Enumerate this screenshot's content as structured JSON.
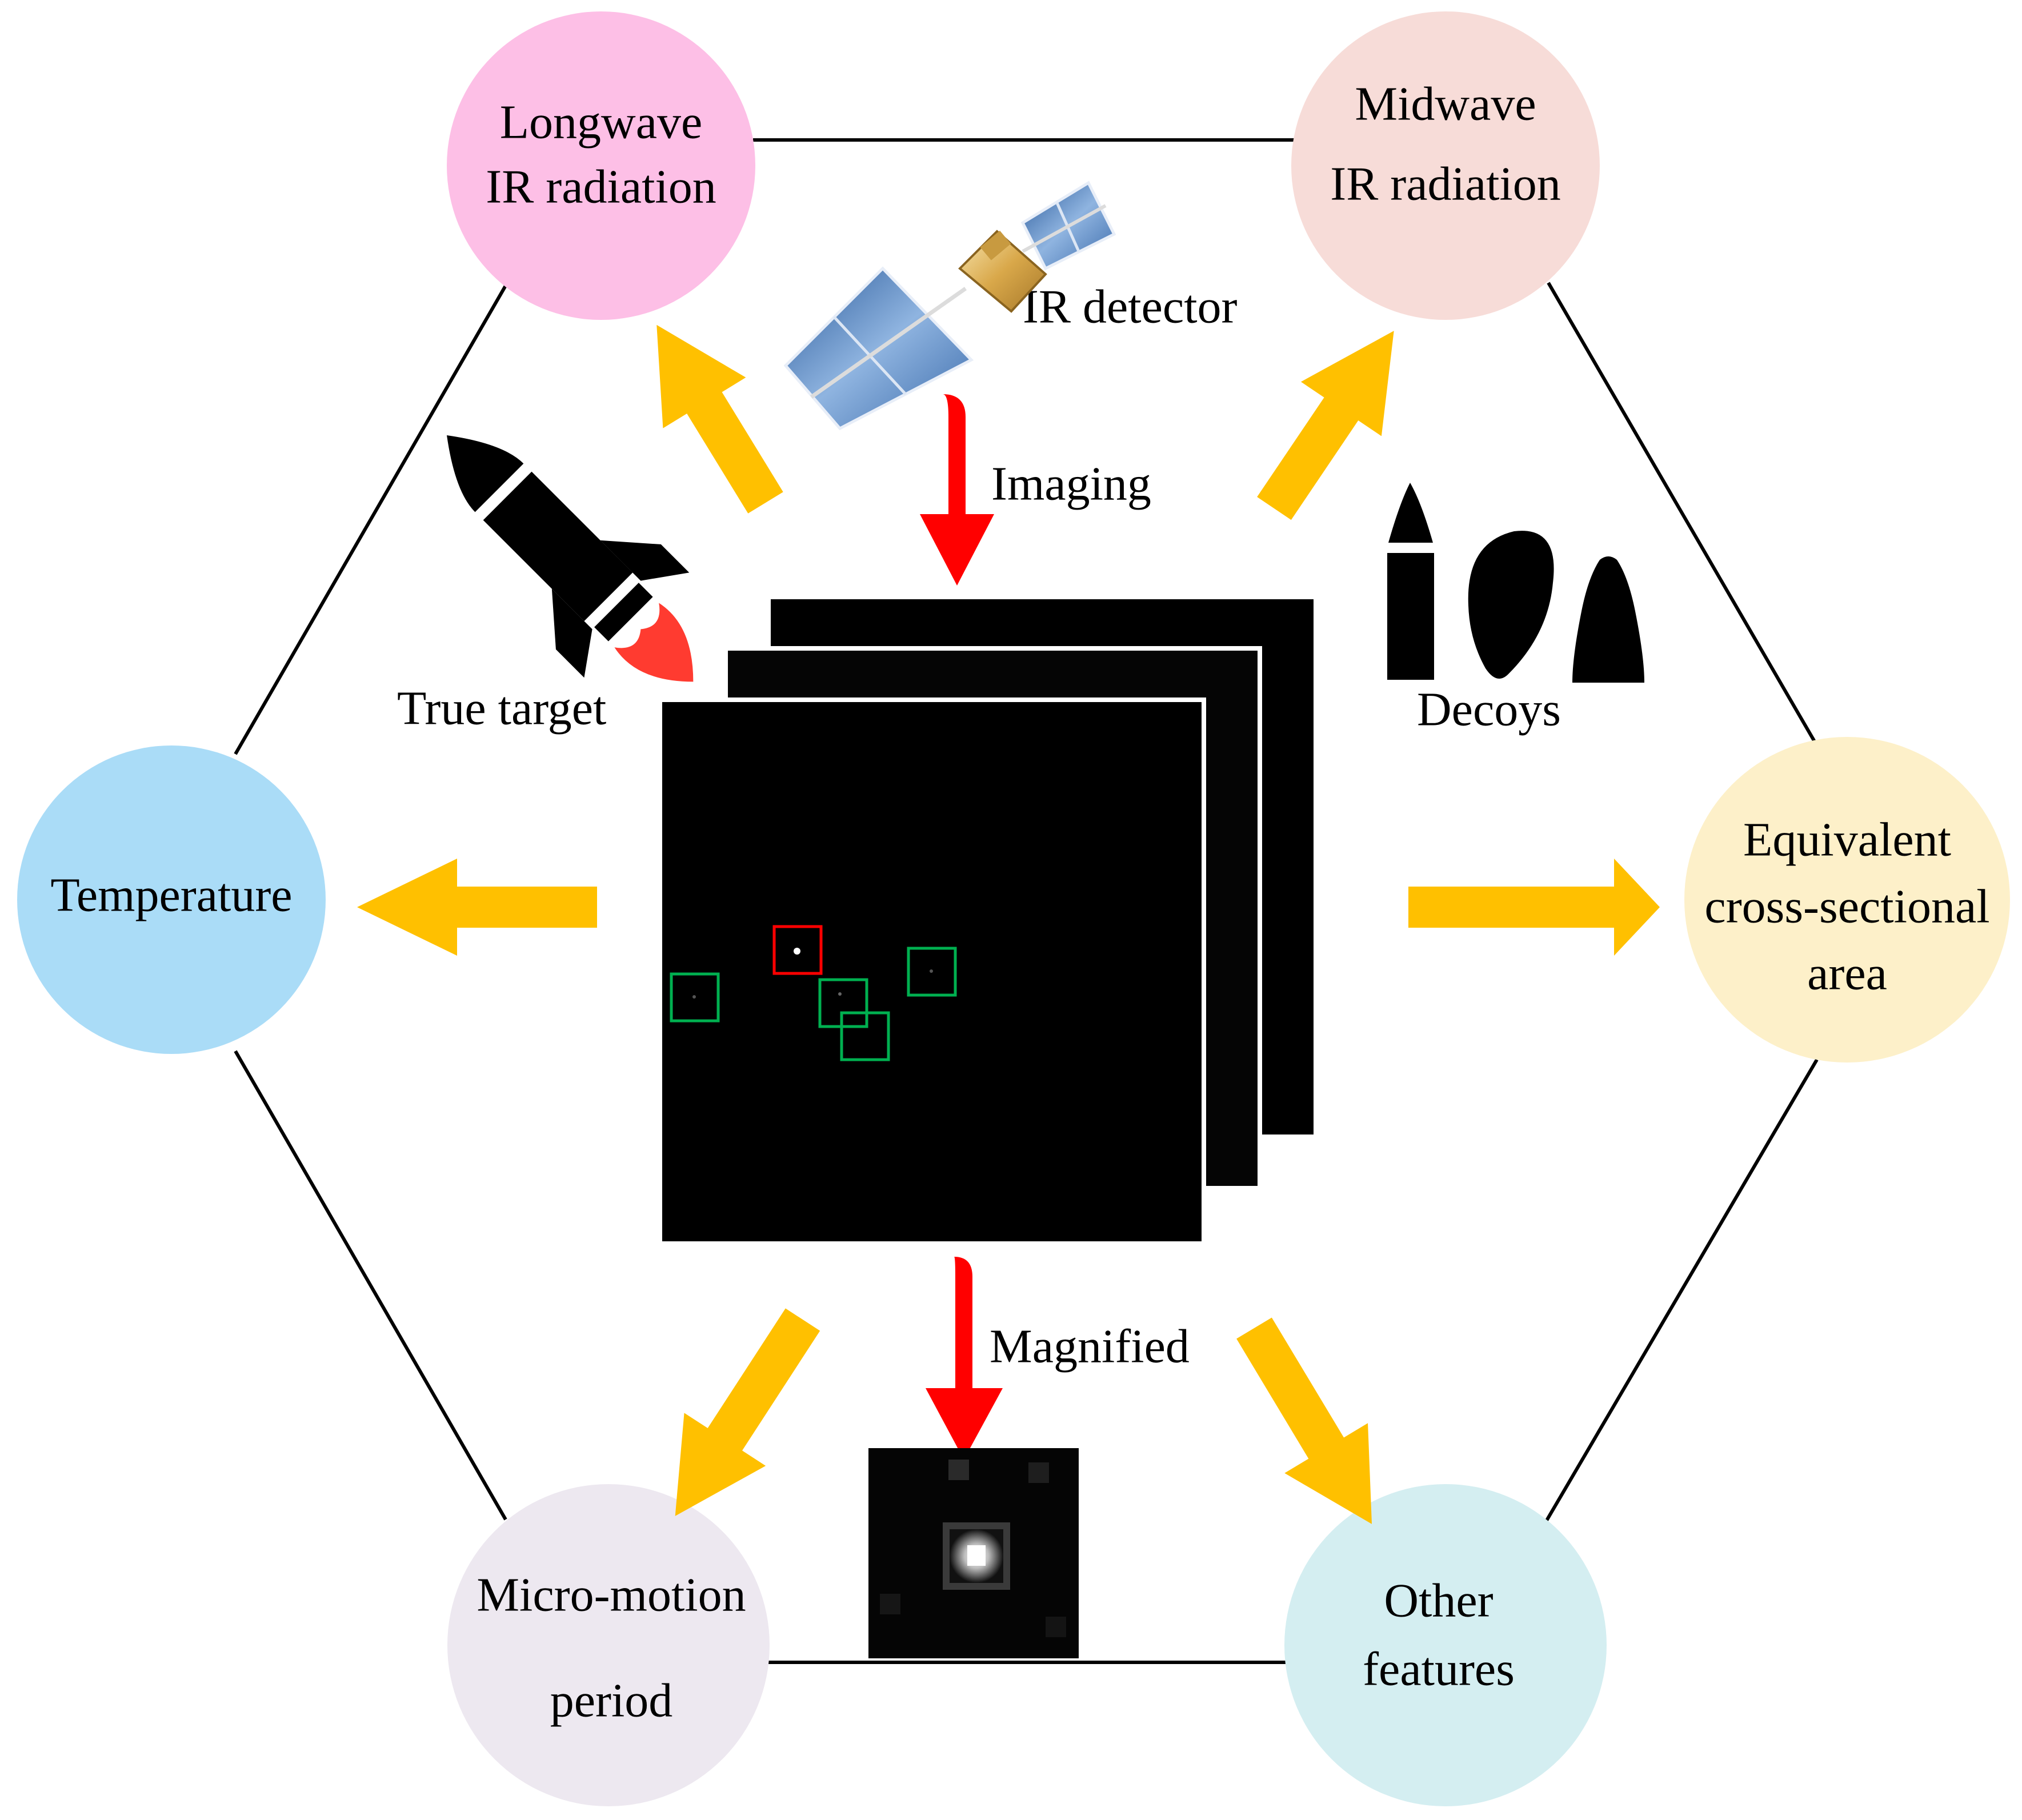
{
  "nodes": {
    "longwave": {
      "line1": "Longwave",
      "line2": "IR radiation"
    },
    "midwave": {
      "line1": "Midwave",
      "line2": "IR radiation"
    },
    "temperature": {
      "label": "Temperature"
    },
    "equivalent": {
      "line1": "Equivalent",
      "line2": "cross-sectional",
      "line3": "area"
    },
    "micromotion": {
      "line1": "Micro-motion",
      "line2": "period"
    },
    "other": {
      "line1": "Other",
      "line2": "features"
    }
  },
  "labels": {
    "ir_detector": "IR detector",
    "imaging": "Imaging",
    "true_target": "True target",
    "decoys": "Decoys",
    "magnified": "Magnified"
  },
  "colors": {
    "longwave": "#fdbfe6",
    "midwave": "#f7dcd8",
    "temperature": "#aadcf7",
    "equivalent": "#fdf0c9",
    "micromotion": "#ede8f0",
    "other": "#d4eef1",
    "yellow_arrow": "#ffc000",
    "red_arrow": "#ff0000",
    "true_target_box": "#ff0000",
    "decoy_box": "#00b050"
  },
  "icons": {
    "satellite": "satellite-icon",
    "rocket": "rocket-icon",
    "decoys": "decoy-shapes-icon"
  }
}
